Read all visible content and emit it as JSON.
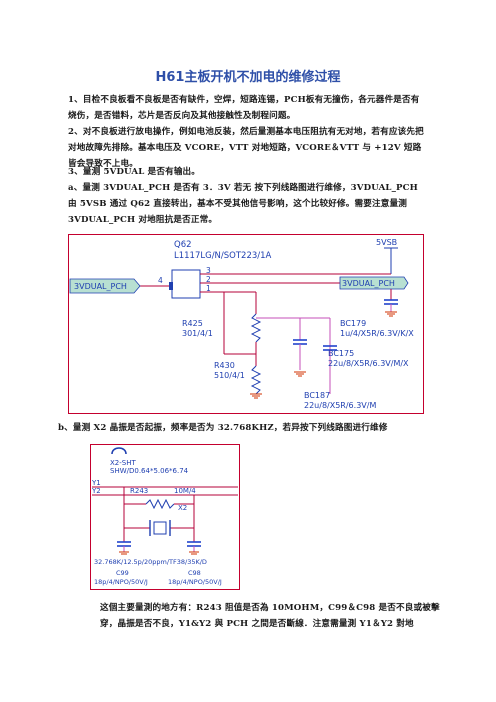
{
  "title": "H61主板开机不加电的维修过程",
  "paragraphs": {
    "p1": "1、目检不良板看不良板是否有缺件，空焊，短路连锡，PCH板有无撞伤，各元器件是否有烧伤，是否错料，芯片是否反向及其他接触性及制程问题。",
    "p2": "2、对不良板进行放电操作，例如电池反装，然后量测基本电压阻抗有无对地，若有应该先把对地故障先排除。基本电压及 VCORE，VTT 对地短路，VCORE＆VTT 与 +12V 短路皆会导致不上电。",
    "p3": "3、量测 5VDUAL 是否有输出。",
    "p4": "a、量测 3VDUAL_PCH 是否有 3．3V 若无 按下列线路图进行维修，3VDUAL_PCH 由 5VSB 通过 Q62 直接转出，基本不受其他信号影响，这个比较好修。需要注意量测 3VDUAL_PCH 对地阻抗是否正常。",
    "p5": "b、量测 X2 晶振是否起振，频率是否为 32.768KHZ，若异按下列线路图进行维修",
    "p6": "这個主要量測的地方有：R243 阻值是否為 10MOHM，C99＆C98 是否不良或被擊穿，晶振是否不良，Y1&Y2 與 PCH 之間是否斷線．注意需量測 Y1＆Y2 對地"
  },
  "schematic1": {
    "q_ref": "Q62",
    "q_part": "L1117LG/N/SOT223/1A",
    "net_left": "3VDUAL_PCH",
    "net_right": "3VDUAL_PCH",
    "supply": "5VSB",
    "pin3": "3",
    "pin2": "2",
    "pin1": "1",
    "pin4": "4",
    "r425_ref": "R425",
    "r425_val": "301/4/1",
    "r430_ref": "R430",
    "r430_val": "510/4/1",
    "bc179_ref": "BC179",
    "bc179_val": "1u/4/X5R/6.3V/K/X",
    "bc175_ref": "BC175",
    "bc175_val": "22u/8/X5R/6.3V/M/X",
    "bc187_ref": "BC187",
    "bc187_val": "22u/8/X5R/6.3V/M"
  },
  "schematic2": {
    "shield_ref": "X2-SHT",
    "shield_val": "SHW/D0.64*5.06*6.74",
    "y1": "Y1",
    "y2": "Y2",
    "r243_ref": "R243",
    "r243_val": "10M/4",
    "x2_ref": "X2",
    "crystal_val": "32.768K/12.5p/20ppm/TF38/35K/D",
    "c99_ref": "C99",
    "c99_val": "18p/4/NPO/50V/J",
    "c98_ref": "C98",
    "c98_val": "18p/4/NPO/50V/J"
  },
  "colors": {
    "title": "#2e4fa8",
    "frame": "#c4002e",
    "wire_red": "#b4003a",
    "wire_blue": "#1f3fb0",
    "wire_magenta": "#c44fb8",
    "label_blue": "#1f3fb0",
    "net_fill": "#b8e0d2",
    "cap_blue": "#2244cc",
    "gnd_red": "#d03000"
  }
}
